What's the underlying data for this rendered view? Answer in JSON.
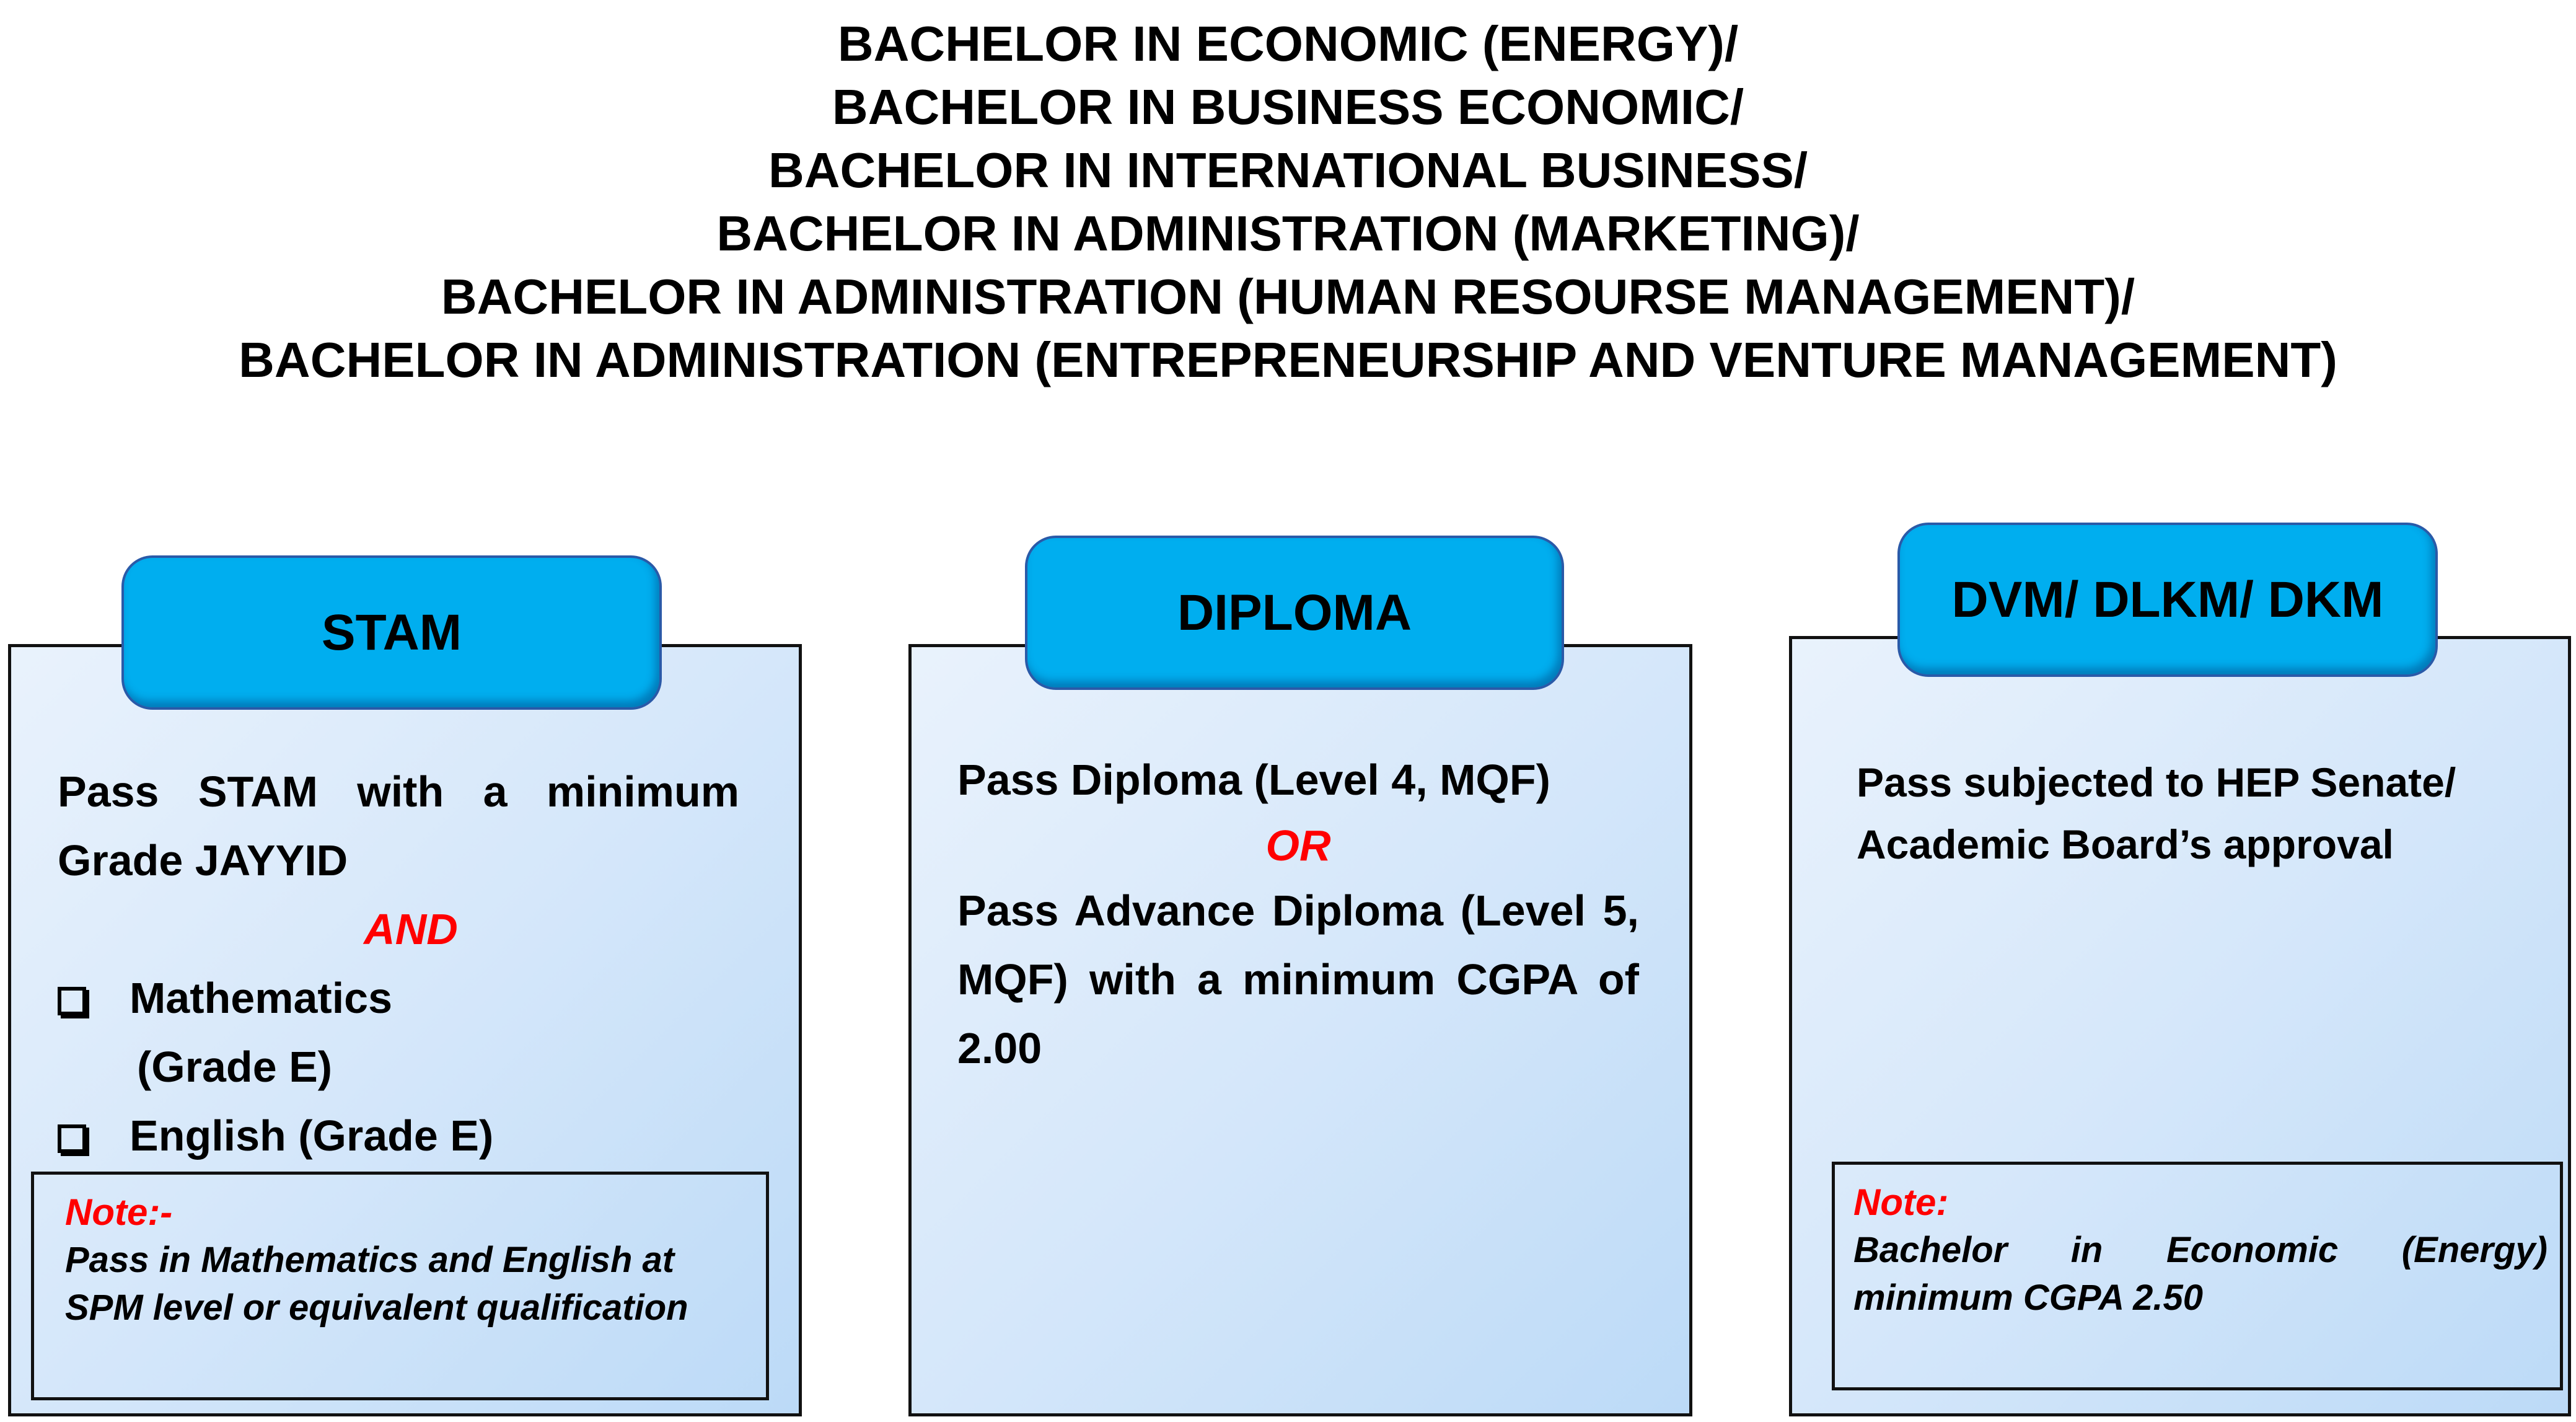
{
  "title_lines": [
    "BACHELOR IN ECONOMIC (ENERGY)/",
    "BACHELOR IN BUSINESS ECONOMIC/",
    "BACHELOR IN INTERNATIONAL BUSINESS/",
    "BACHELOR IN ADMINISTRATION (MARKETING)/",
    "BACHELOR IN ADMINISTRATION (HUMAN RESOURSE MANAGEMENT)/",
    "BACHELOR IN ADMINISTRATION (ENTREPRENEURSHIP AND VENTURE MANAGEMENT)"
  ],
  "stam": {
    "tab": "STAM",
    "requirement": "Pass STAM with a minimum Grade JAYYID",
    "connector": "AND",
    "items": [
      {
        "label": "Mathematics",
        "sub": "(Grade E)"
      },
      {
        "label": "English (Grade E)"
      }
    ],
    "note_label": "Note:-",
    "note_text": "Pass in Mathematics and English at SPM level or equivalent qualification"
  },
  "diploma": {
    "tab": "DIPLOMA",
    "line1": "Pass Diploma (Level 4, MQF)",
    "connector": "OR",
    "line2": "Pass Advance Diploma (Level 5, MQF) with a minimum CGPA of 2.00"
  },
  "dvm": {
    "tab": "DVM/ DLKM/ DKM",
    "requirement": "Pass subjected to HEP Senate/ Academic Board’s approval",
    "note_label": "Note:",
    "note_text": "Bachelor in Economic (Energy) minimum CGPA 2.50"
  },
  "colors": {
    "tab": "#00aeef",
    "accent_red": "#ff0000"
  }
}
